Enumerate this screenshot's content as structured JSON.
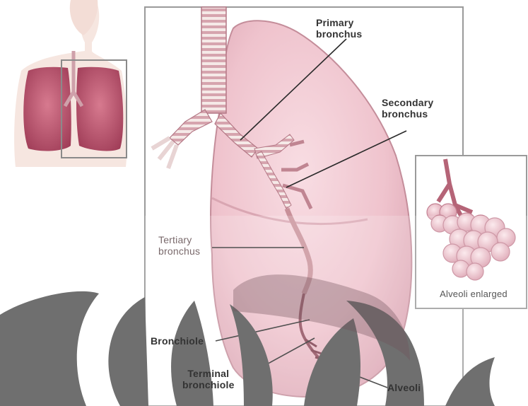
{
  "labels": {
    "primary_bronchus": "Primary\nbronchus",
    "secondary_bronchus": "Secondary\nbronchus",
    "tertiary_bronchus": "Tertiary\nbronchus",
    "bronchiole": "Bronchiole",
    "terminal_bronchiole": "Terminal\nbronchiole",
    "alveoli": "Alveoli",
    "alveoli_enlarged": "Alveoli enlarged"
  },
  "colors": {
    "lung": "#f1c9d2",
    "lung_shadow": "#d9a0ae",
    "bronchus": "#c98a96",
    "cartilage": "#f4e6e4",
    "panel_border": "#999999",
    "dark_overlay": "#6e6e6e"
  }
}
